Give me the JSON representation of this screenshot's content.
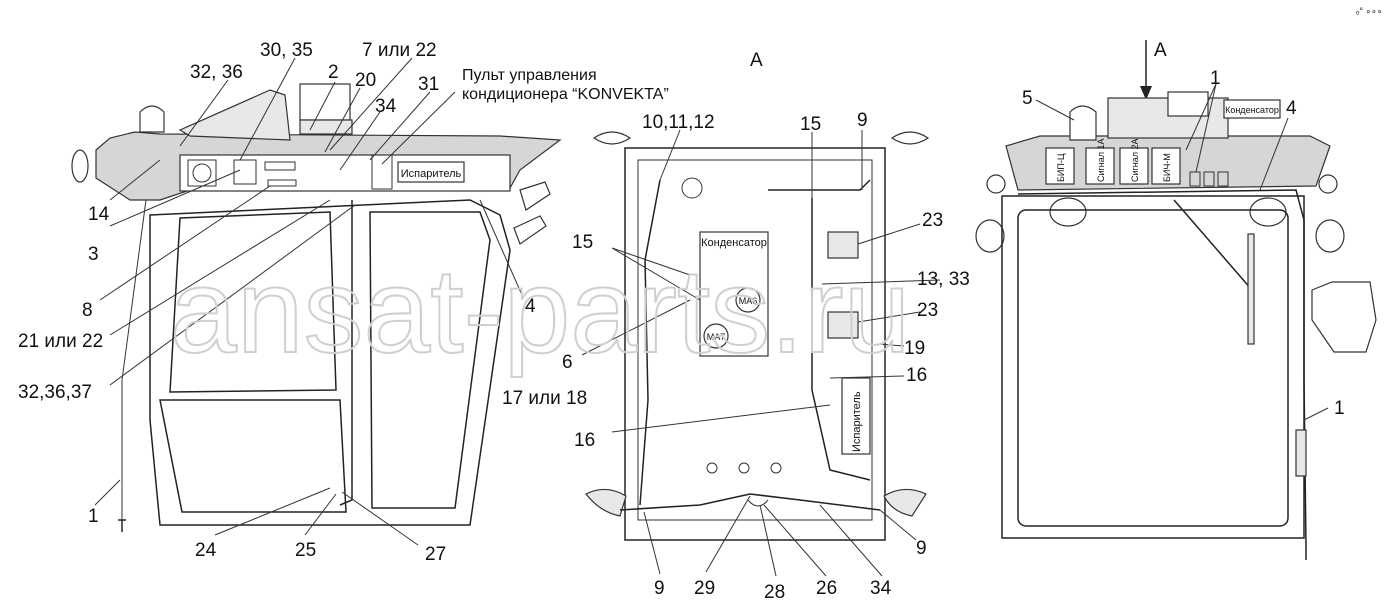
{
  "corner_mark": "ₒ° ∘∘∘",
  "watermark": "ansat-parts.ru",
  "left_view": {
    "labels": {
      "l30_35": "30, 35",
      "l7_or_22": "7 или 22",
      "l32_36": "32, 36",
      "l2": "2",
      "l20": "20",
      "l31": "31",
      "l34": "34",
      "l14": "14",
      "l3": "3",
      "l8": "8",
      "l21_or_22": "21 или 22",
      "l32_36_37": "32,36,37",
      "l1": "1",
      "l4": "4",
      "l24": "24",
      "l25": "25",
      "l27": "27"
    },
    "panel_line1": "Пульт управления",
    "panel_line2": "кондиционера “KONVEKTA”",
    "evaporator": "Испаритель"
  },
  "center_view": {
    "view_title": "А",
    "labels": {
      "l10_11_12": "10,11,12",
      "l15_top": "15",
      "l9_top": "9",
      "l15_left": "15",
      "l23_top": "23",
      "l13_33": "13, 33",
      "l23_mid": "23",
      "l19": "19",
      "l16_a": "16",
      "l6": "6",
      "l17_or_18": "17 или 18",
      "l16_b": "16",
      "l9_right": "9",
      "l9_bottom": "9",
      "l29": "29",
      "l28": "28",
      "l26": "26",
      "l34": "34"
    },
    "condenser": "Конденсатор",
    "evaporator": "Испаритель",
    "ma6": "МА6",
    "ma7": "МА7"
  },
  "right_view": {
    "arrow_label": "А",
    "labels": {
      "l1_top": "1",
      "l5": "5",
      "l4": "4",
      "l1_right": "1"
    },
    "condenser": "Конденсатор",
    "boxes": [
      "БИП-Ц",
      "Сигнал 1А",
      "Сигнал 2А",
      "БИЧ-М"
    ]
  }
}
